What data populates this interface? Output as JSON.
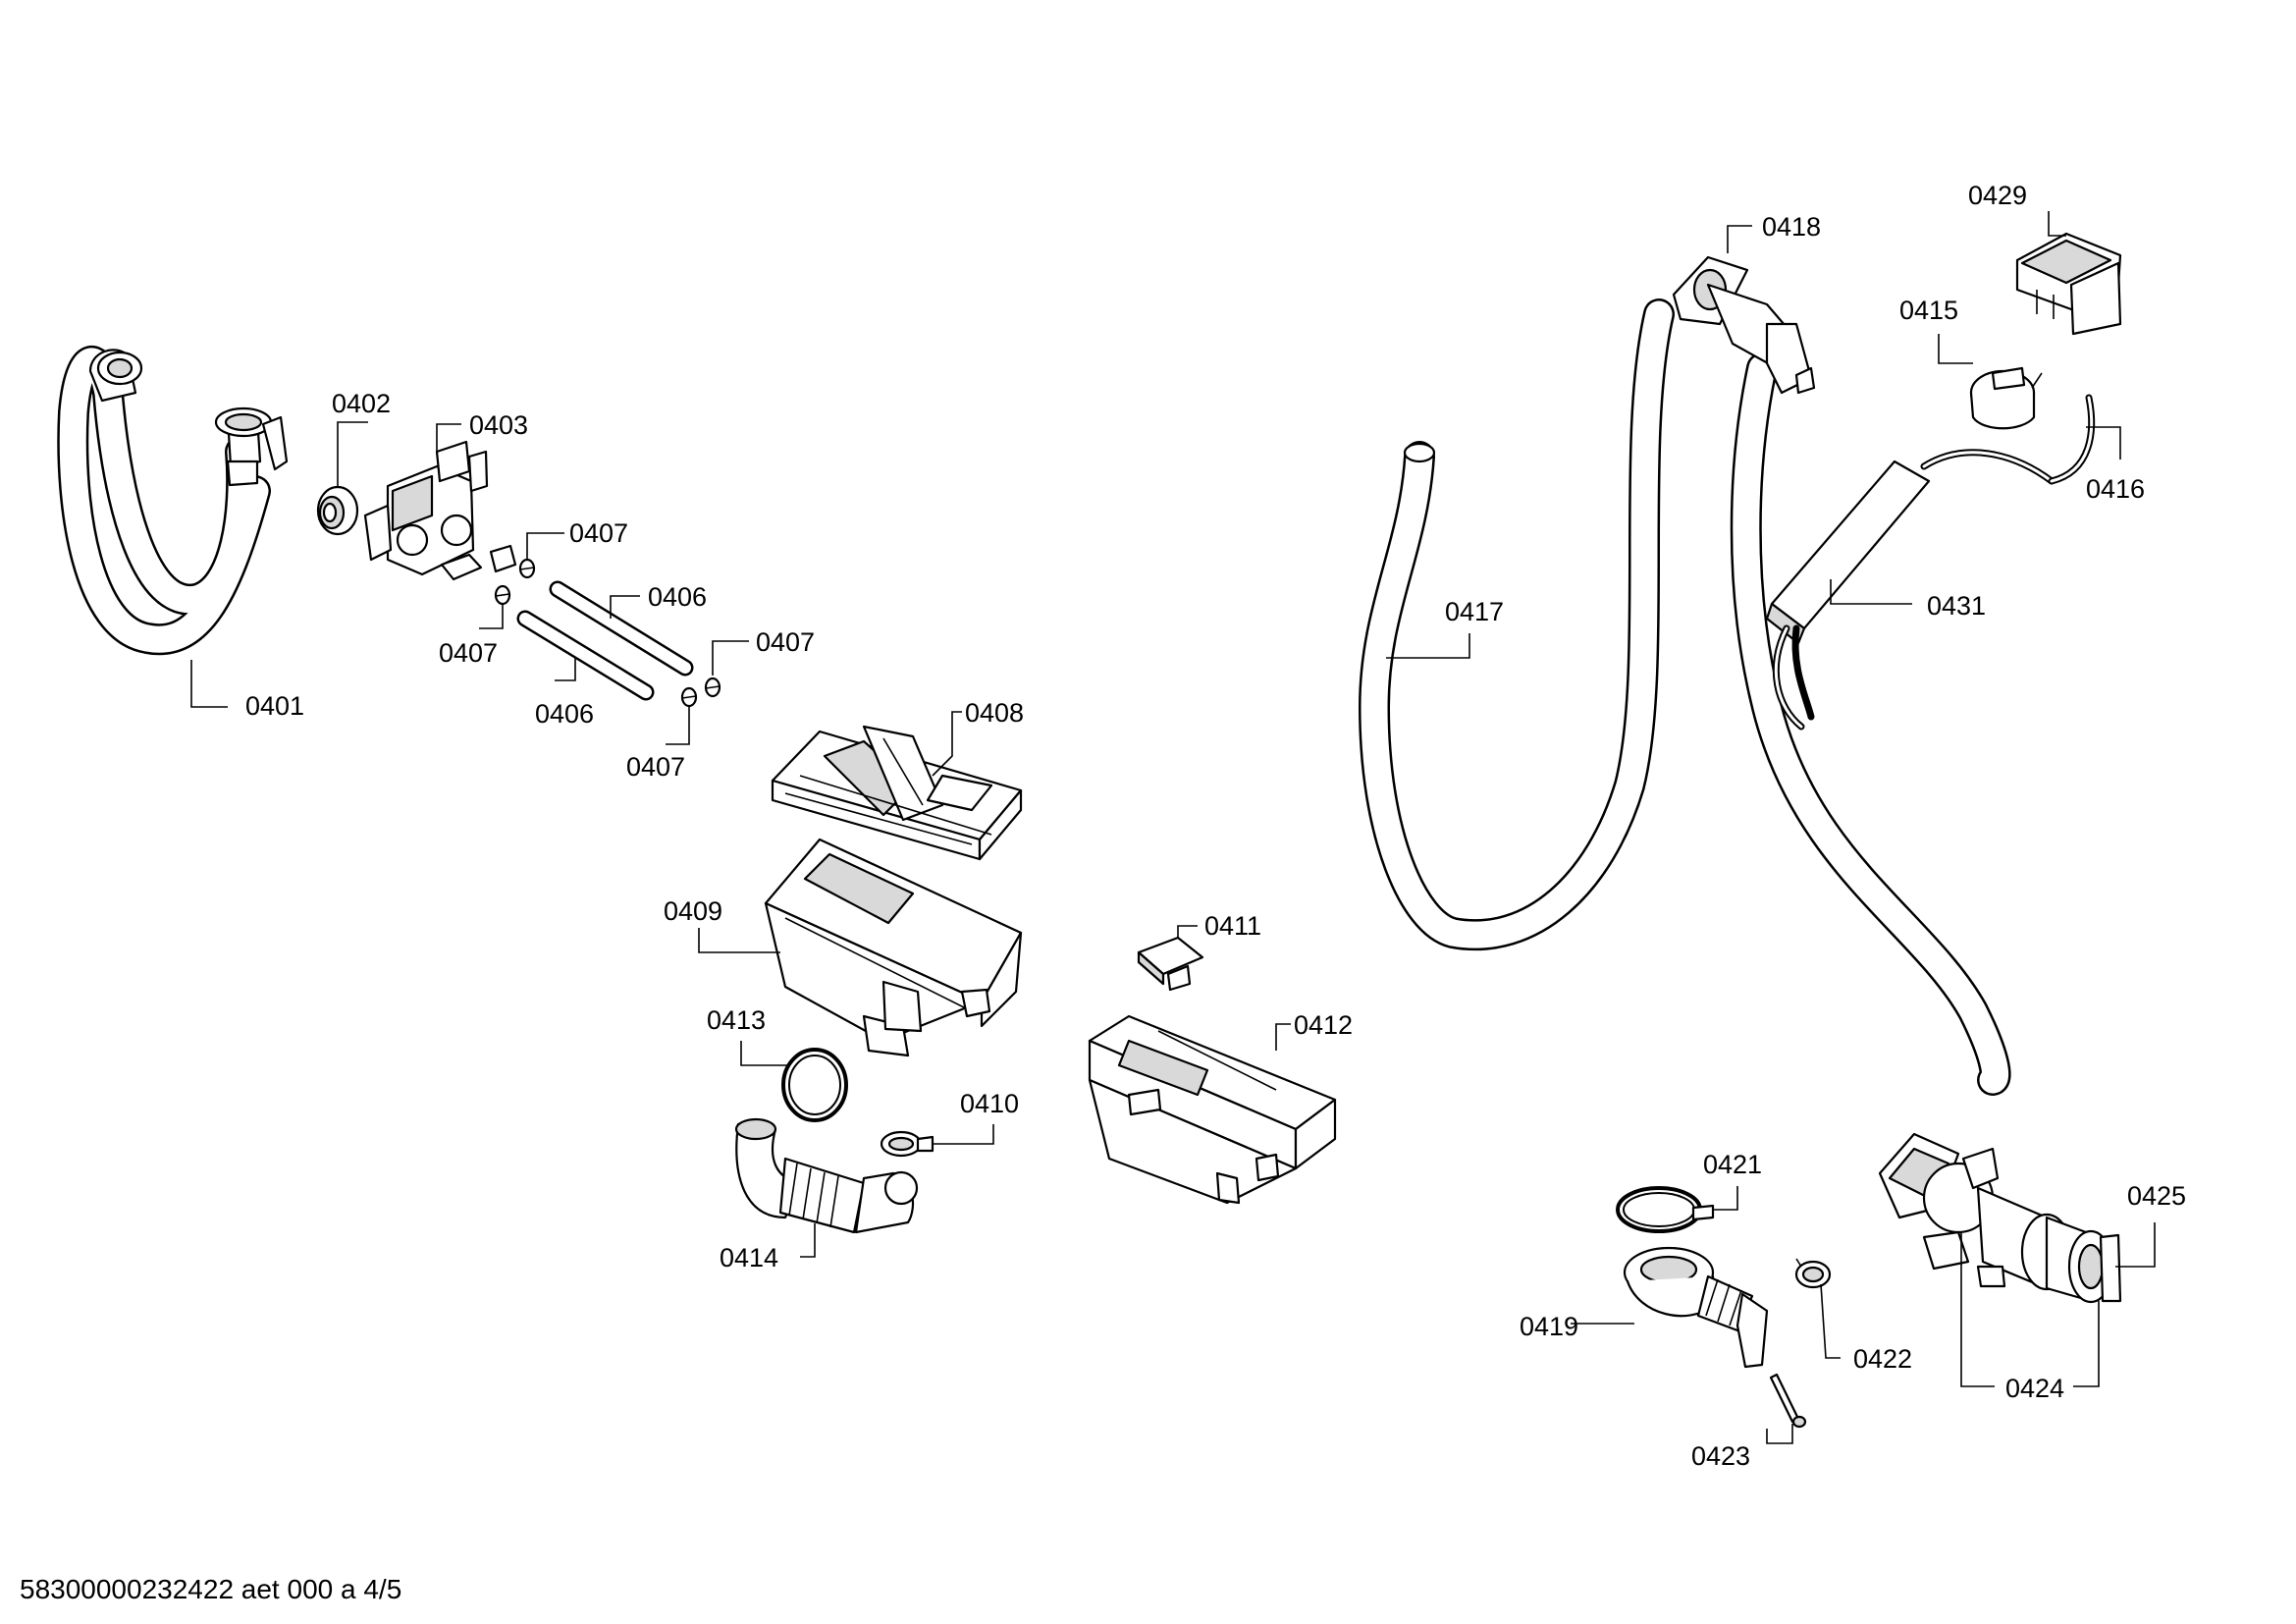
{
  "labels": {
    "l0401": "0401",
    "l0402": "0402",
    "l0403": "0403",
    "l0406a": "0406",
    "l0406b": "0406",
    "l0407a": "0407",
    "l0407b": "0407",
    "l0407c": "0407",
    "l0407d": "0407",
    "l0408": "0408",
    "l0409": "0409",
    "l0410": "0410",
    "l0411": "0411",
    "l0412": "0412",
    "l0413": "0413",
    "l0414": "0414",
    "l0415": "0415",
    "l0416": "0416",
    "l0417": "0417",
    "l0418": "0418",
    "l0419": "0419",
    "l0421": "0421",
    "l0422": "0422",
    "l0423": "0423",
    "l0424": "0424",
    "l0425": "0425",
    "l0429": "0429",
    "l0431": "0431"
  },
  "footer": "58300000232422 aet 000 a 4/5"
}
